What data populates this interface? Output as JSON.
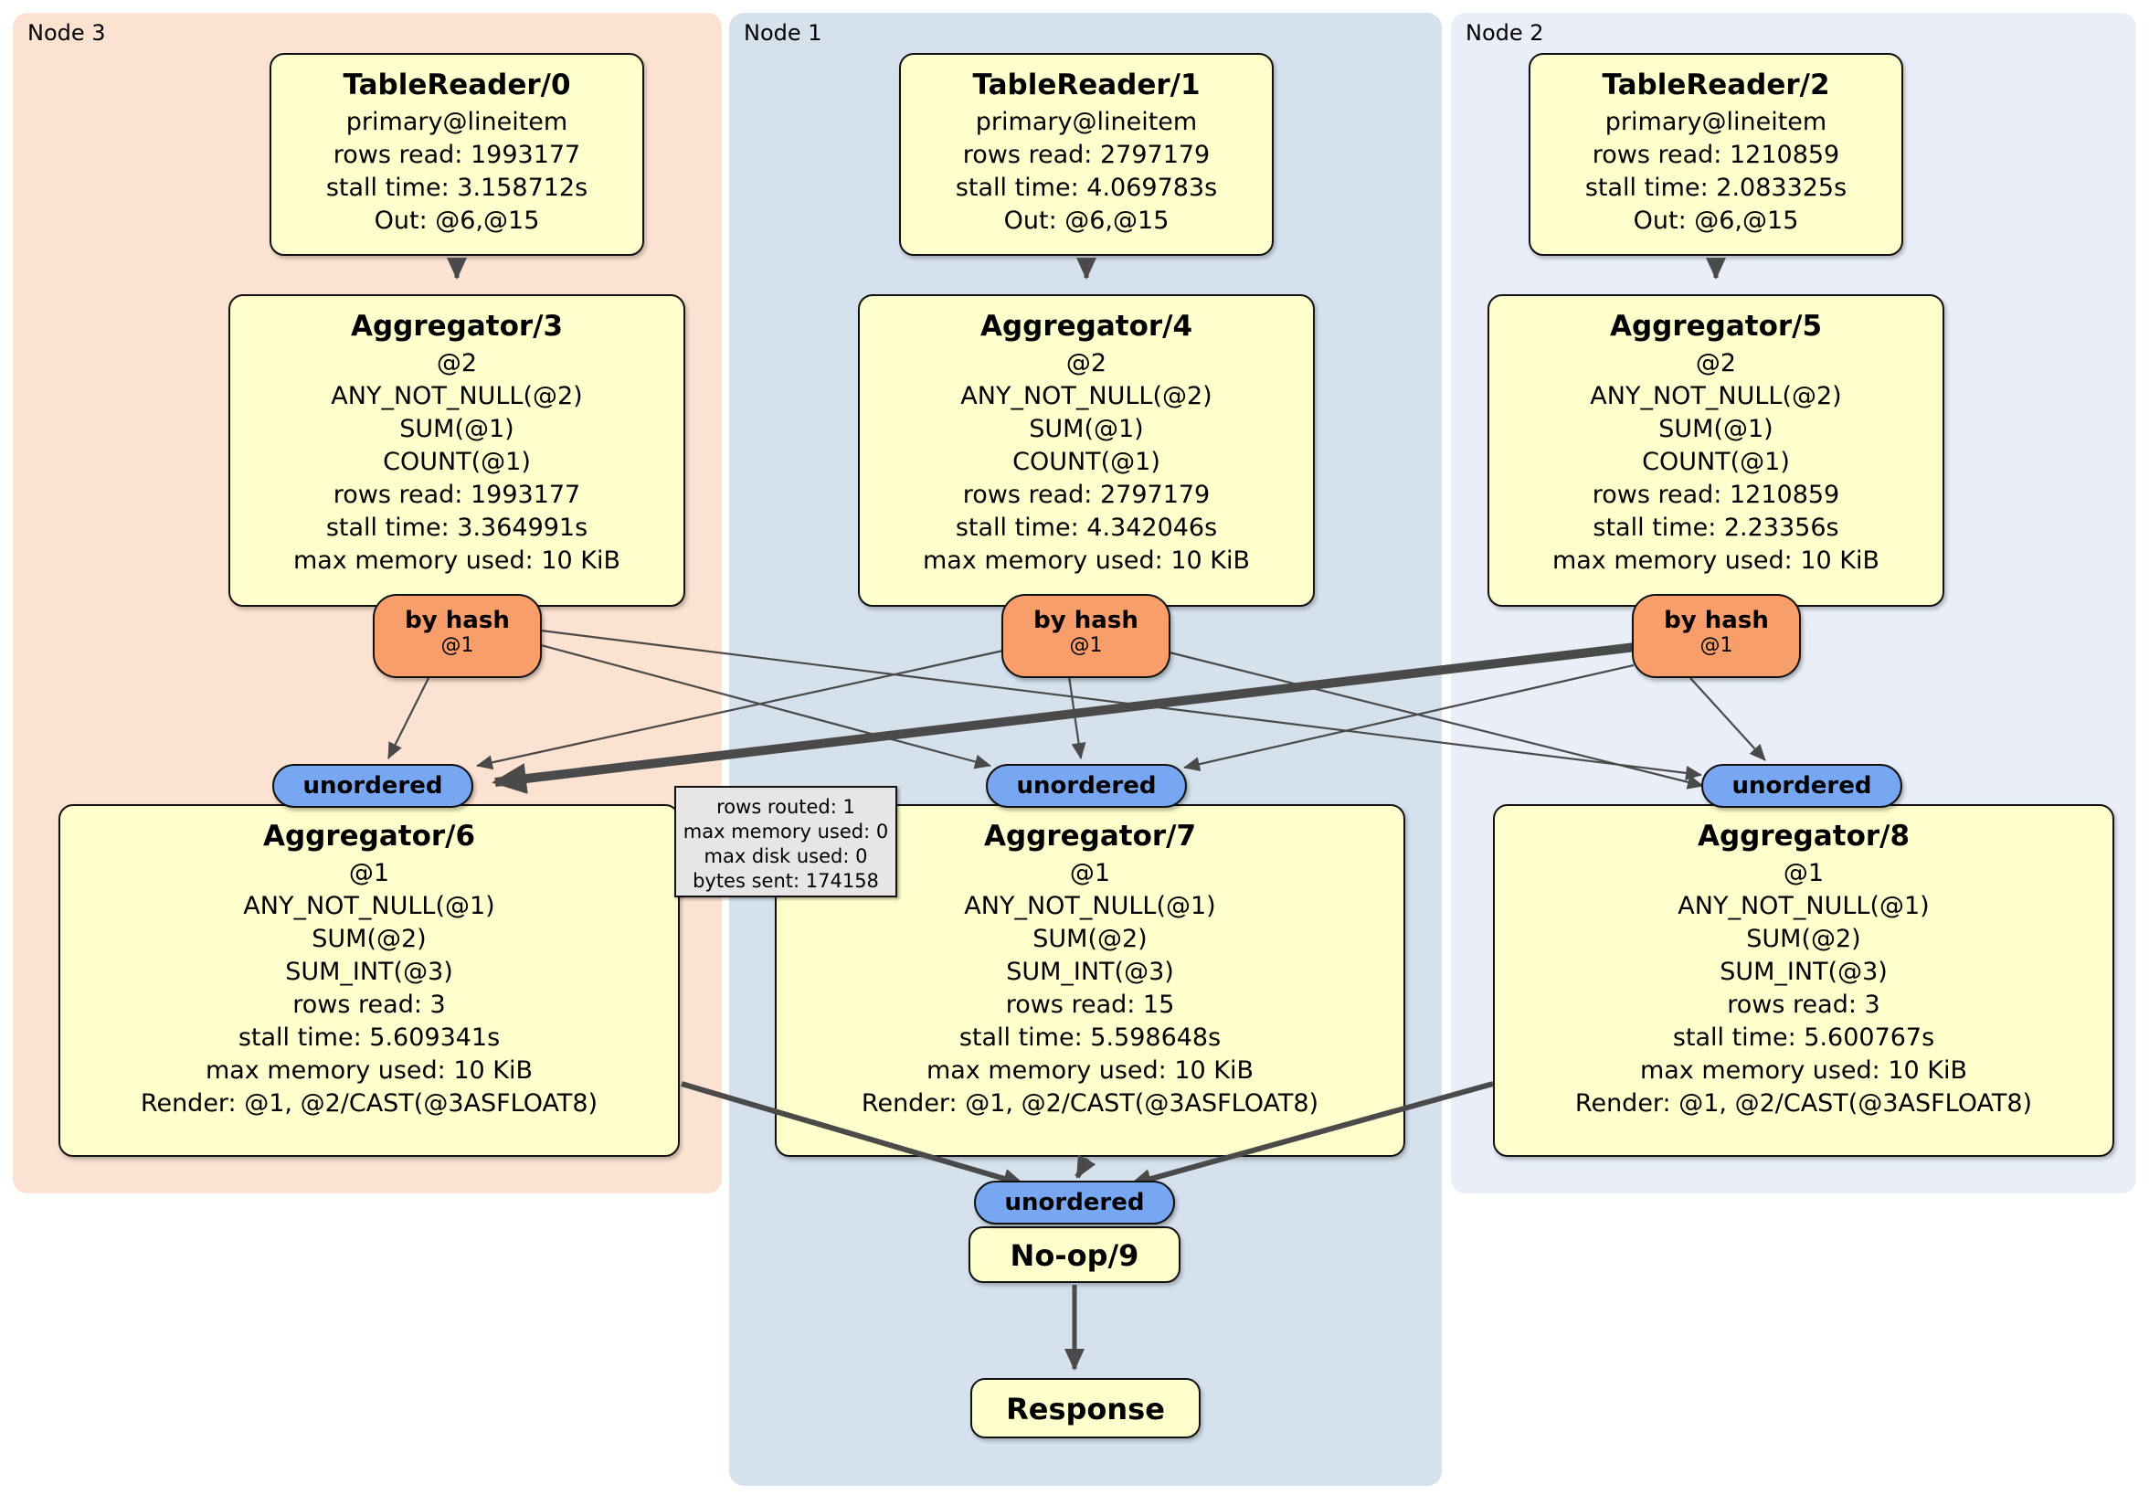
{
  "colors": {
    "node3-fill": "#fce3d1",
    "node1-fill": "#d5e2ee",
    "node2-fill": "#e9eef9",
    "box-fill": "#ffffcd",
    "router-fill": "#f89e6b",
    "stream-fill": "#78a7f2",
    "tooltip-fill": "#e6e6e6",
    "edge-color": "#4a4a4a"
  },
  "regions": [
    {
      "label": "Node 3"
    },
    {
      "label": "Node 1"
    },
    {
      "label": "Node 2"
    }
  ],
  "table_readers": [
    {
      "title": "TableReader/0",
      "lines": [
        "primary@lineitem",
        "rows read: 1993177",
        "stall time: 3.158712s",
        "Out: @6,@15"
      ]
    },
    {
      "title": "TableReader/1",
      "lines": [
        "primary@lineitem",
        "rows read: 2797179",
        "stall time: 4.069783s",
        "Out: @6,@15"
      ]
    },
    {
      "title": "TableReader/2",
      "lines": [
        "primary@lineitem",
        "rows read: 1210859",
        "stall time: 2.083325s",
        "Out: @6,@15"
      ]
    }
  ],
  "upper_aggregators": [
    {
      "title": "Aggregator/3",
      "lines": [
        "@2",
        "ANY_NOT_NULL(@2)",
        "SUM(@1)",
        "COUNT(@1)",
        "rows read: 1993177",
        "stall time: 3.364991s",
        "max memory used: 10 KiB"
      ]
    },
    {
      "title": "Aggregator/4",
      "lines": [
        "@2",
        "ANY_NOT_NULL(@2)",
        "SUM(@1)",
        "COUNT(@1)",
        "rows read: 2797179",
        "stall time: 4.342046s",
        "max memory used: 10 KiB"
      ]
    },
    {
      "title": "Aggregator/5",
      "lines": [
        "@2",
        "ANY_NOT_NULL(@2)",
        "SUM(@1)",
        "COUNT(@1)",
        "rows read: 1210859",
        "stall time: 2.23356s",
        "max memory used: 10 KiB"
      ]
    }
  ],
  "routers": [
    {
      "label": "by hash",
      "detail": "@1"
    },
    {
      "label": "by hash",
      "detail": "@1"
    },
    {
      "label": "by hash",
      "detail": "@1"
    }
  ],
  "streams": [
    {
      "label": "unordered"
    },
    {
      "label": "unordered"
    },
    {
      "label": "unordered"
    }
  ],
  "lower_aggregators": [
    {
      "title": "Aggregator/6",
      "lines": [
        "@1",
        "ANY_NOT_NULL(@1)",
        "SUM(@2)",
        "SUM_INT(@3)",
        "rows read: 3",
        "stall time: 5.609341s",
        "max memory used: 10 KiB",
        "Render: @1, @2/CAST(@3ASFLOAT8)"
      ]
    },
    {
      "title": "Aggregator/7",
      "lines": [
        "@1",
        "ANY_NOT_NULL(@1)",
        "SUM(@2)",
        "SUM_INT(@3)",
        "rows read: 15",
        "stall time: 5.598648s",
        "max memory used: 10 KiB",
        "Render: @1, @2/CAST(@3ASFLOAT8)"
      ]
    },
    {
      "title": "Aggregator/8",
      "lines": [
        "@1",
        "ANY_NOT_NULL(@1)",
        "SUM(@2)",
        "SUM_INT(@3)",
        "rows read: 3",
        "stall time: 5.600767s",
        "max memory used: 10 KiB",
        "Render: @1, @2/CAST(@3ASFLOAT8)"
      ]
    }
  ],
  "router_tooltip": {
    "lines": [
      "rows routed: 1",
      "max memory used: 0",
      "max disk used: 0",
      "bytes sent: 174158"
    ]
  },
  "sink": {
    "stream_label": "unordered",
    "noop_title": "No-op/9",
    "response_title": "Response"
  }
}
